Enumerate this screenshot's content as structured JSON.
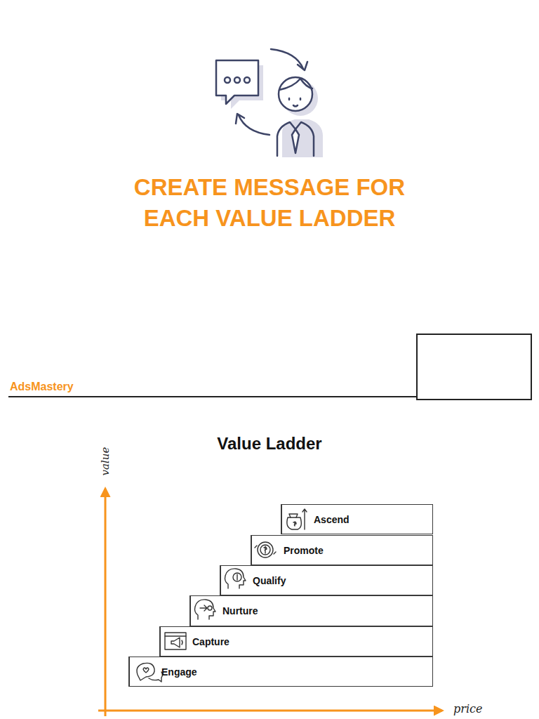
{
  "diagram": {
    "title": "CREATE MESSAGE FOR EACH VALUE LADDER",
    "nodes": [
      {
        "text": [
          "Ascend"
        ]
      },
      {
        "text": [
          "Promote"
        ]
      },
      {
        "text": [
          "Qualify"
        ]
      },
      {
        "text": [
          "Nurture"
        ]
      },
      {
        "text": [
          "Capture"
        ]
      },
      {
        "text": [
          "Engage"
        ]
      }
    ],
    "labels": [
      "AdsMastery",
      "Value Ladder",
      "value",
      "price"
    ]
  }
}
